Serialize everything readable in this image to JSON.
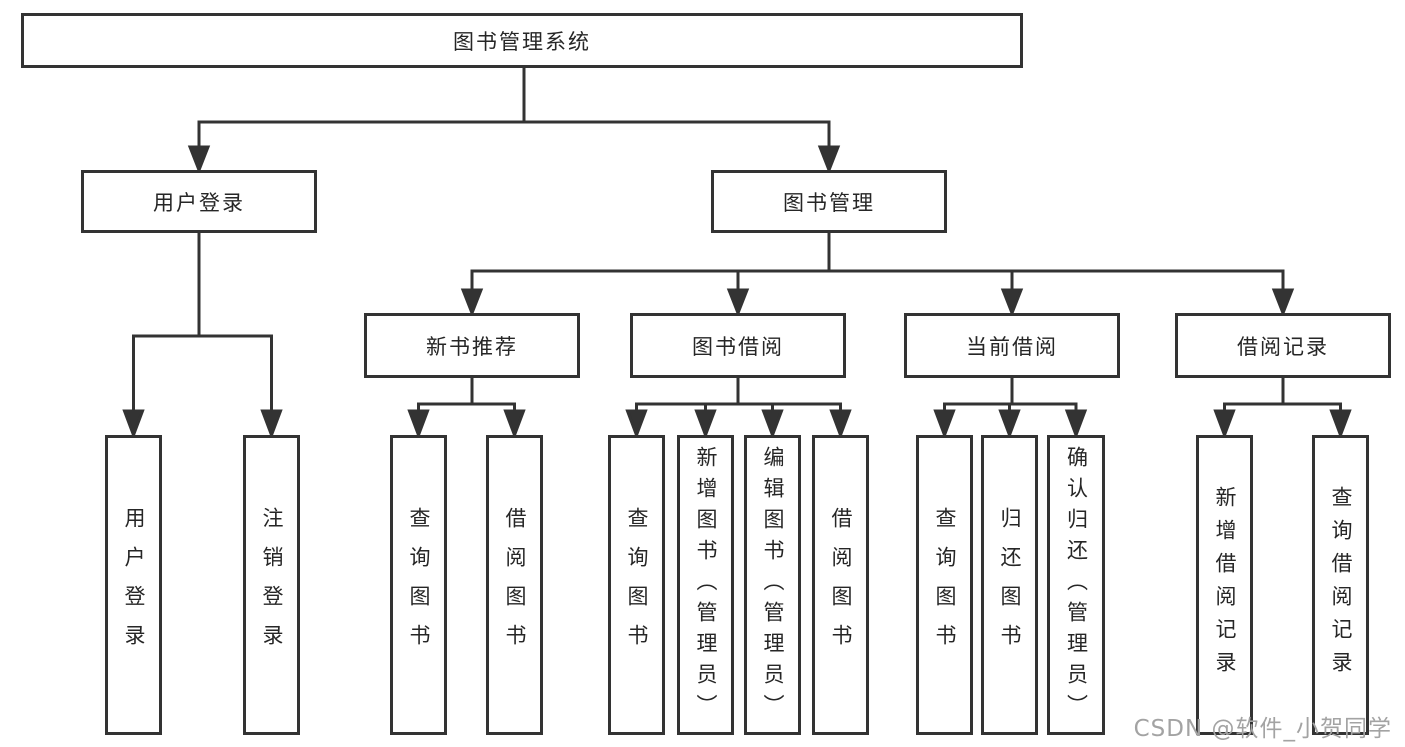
{
  "tree": {
    "label": "图书管理系统",
    "children": [
      {
        "label": "用户登录",
        "children": [
          {
            "label": "用户登录"
          },
          {
            "label": "注销登录"
          }
        ]
      },
      {
        "label": "图书管理",
        "children": [
          {
            "label": "新书推荐",
            "children": [
              {
                "label": "查询图书"
              },
              {
                "label": "借阅图书"
              }
            ]
          },
          {
            "label": "图书借阅",
            "children": [
              {
                "label": "查询图书"
              },
              {
                "label": "新增图书（管理员）"
              },
              {
                "label": "编辑图书（管理员）"
              },
              {
                "label": "借阅图书"
              }
            ]
          },
          {
            "label": "当前借阅",
            "children": [
              {
                "label": "查询图书"
              },
              {
                "label": "归还图书"
              },
              {
                "label": "确认归还（管理员）"
              }
            ]
          },
          {
            "label": "借阅记录",
            "children": [
              {
                "label": "新增借阅记录"
              },
              {
                "label": "查询借阅记录"
              }
            ]
          }
        ]
      }
    ]
  },
  "watermark": {
    "text": "CSDN @软件_小贺同学",
    "color": "#a3a3a3"
  },
  "colors": {
    "line": "#333333",
    "box_border": "#333333",
    "text": "#262626",
    "background": "#ffffff"
  }
}
